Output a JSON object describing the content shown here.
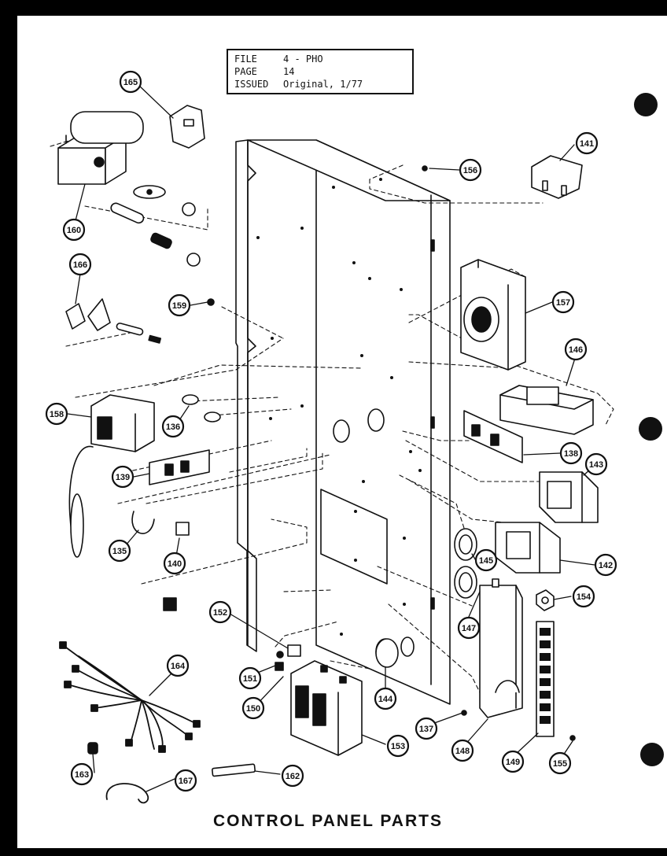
{
  "header": {
    "file_label": "FILE",
    "file_value": "4 - PHO",
    "page_label": "PAGE",
    "page_value": "14",
    "issued_label": "ISSUED",
    "issued_value": "Original, 1/77"
  },
  "caption": "CONTROL PANEL PARTS",
  "callouts": [
    "165",
    "141",
    "156",
    "160",
    "166",
    "159",
    "157",
    "146",
    "158",
    "136",
    "138",
    "139",
    "143",
    "135",
    "140",
    "145",
    "142",
    "154",
    "152",
    "147",
    "151",
    "150",
    "164",
    "144",
    "137",
    "153",
    "148",
    "149",
    "155",
    "163",
    "167",
    "162"
  ],
  "colors": {
    "line": "#111111",
    "paper": "#ffffff",
    "border": "#000000"
  }
}
